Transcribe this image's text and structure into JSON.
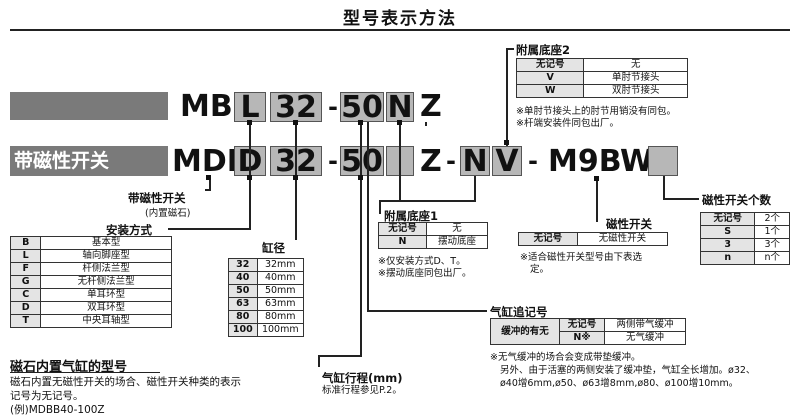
{
  "title": "型号表示方法",
  "row1": {
    "prefix": "MB",
    "bore_box": "L",
    "bore": "32",
    "dash1": "-",
    "stroke": "50",
    "n_box": "N",
    "z": "Z"
  },
  "row2": {
    "switch_label": "带磁性开关",
    "prefix": "MDB",
    "mount_box": "D",
    "bore": "32",
    "dash1": "-",
    "stroke": "50",
    "z": "Z",
    "dash2": "-",
    "n": "N",
    "v_box": "V",
    "dash3": "-",
    "sensor": "M9BW"
  },
  "labels": {
    "magnet_switch": "带磁性开关",
    "magnet_switch_sub": "(内置磁石)",
    "mount_type": "安装方式",
    "bore_size": "缸径",
    "stroke": "气缸行程(mm)",
    "stroke_note": "标准行程参见P.2。",
    "attach_base1": "附属底座1",
    "attach_base2": "附属底座2",
    "cushion": "气缸追记号",
    "sensor": "磁性开关",
    "sensor_count": "磁性开关个数",
    "builtin_title": "磁石内置气缸的型号",
    "builtin_desc1": "磁石内置无磁性开关的场合、磁性开关种类的表示",
    "builtin_desc2": "记号为无记号。",
    "builtin_example": "(例)MDBB40-100Z"
  },
  "mount_table": [
    [
      "B",
      "基本型"
    ],
    [
      "L",
      "轴向脚座型"
    ],
    [
      "F",
      "杆侧法兰型"
    ],
    [
      "G",
      "无杆侧法兰型"
    ],
    [
      "C",
      "单耳环型"
    ],
    [
      "D",
      "双耳环型"
    ],
    [
      "T",
      "中央耳轴型"
    ]
  ],
  "bore_table": [
    [
      "32",
      "32mm"
    ],
    [
      "40",
      "40mm"
    ],
    [
      "50",
      "50mm"
    ],
    [
      "63",
      "63mm"
    ],
    [
      "80",
      "80mm"
    ],
    [
      "100",
      "100mm"
    ]
  ],
  "base1_table": [
    [
      "无记号",
      "无"
    ],
    [
      "N",
      "摆动底座"
    ]
  ],
  "base1_notes": [
    "※仅安装方式D、T。",
    "※摆动底座同包出厂。"
  ],
  "base2_table": [
    [
      "无记号",
      "无"
    ],
    [
      "V",
      "单肘节接头"
    ],
    [
      "W",
      "双肘节接头"
    ]
  ],
  "base2_notes": [
    "※单肘节接头上的肘节用销没有同包。",
    "※杆端安装件同包出厂。"
  ],
  "sensor_table": [
    [
      "无记号",
      "无磁性开关"
    ]
  ],
  "sensor_notes": [
    "※适合磁性开关型号由下表选",
    "定。"
  ],
  "count_table": [
    [
      "无记号",
      "2个"
    ],
    [
      "S",
      "1个"
    ],
    [
      "3",
      "3个"
    ],
    [
      "n",
      "n个"
    ]
  ],
  "cushion_table": {
    "group": "缓冲的有无",
    "header": [
      "无记号",
      "两侧带气缓冲"
    ],
    "row": [
      "N※",
      "无气缓冲"
    ]
  },
  "cushion_notes": [
    "※无气缓冲的场合会变成带垫缓冲。",
    "另外、由于活塞的两侧安装了缓冲垫，气缸全长增加。ø32、",
    "ø40增6mm,ø50、ø63增8mm,ø80、ø100增10mm。"
  ]
}
